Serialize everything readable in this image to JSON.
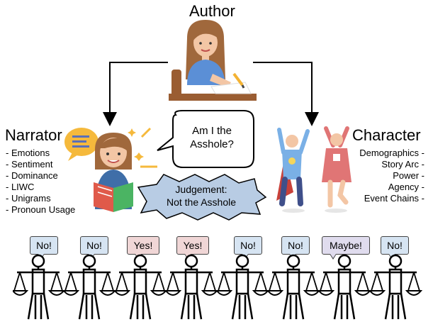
{
  "author": {
    "title": "Author"
  },
  "narrator": {
    "title": "Narrator",
    "features": [
      "- Emotions",
      "- Sentiment",
      "- Dominance",
      "- LIWC",
      "- Unigrams",
      "- Pronoun Usage"
    ]
  },
  "character": {
    "title": "Character",
    "features": [
      "Demographics -",
      "Story Arc -",
      "Power -",
      "Agency -",
      "Event Chains -"
    ]
  },
  "question": {
    "line1": "Am I the",
    "line2": "Asshole?"
  },
  "judgement": {
    "line1": "Judgement:",
    "line2": "Not the Asshole"
  },
  "votes": [
    "No!",
    "No!",
    "Yes!",
    "Yes!",
    "No!",
    "No!",
    "Maybe!",
    "No!"
  ],
  "colors": {
    "no": "#d6e4f2",
    "yes": "#f0d6d6",
    "maybe": "#e0dcee",
    "judgement": "#b8cce4"
  }
}
